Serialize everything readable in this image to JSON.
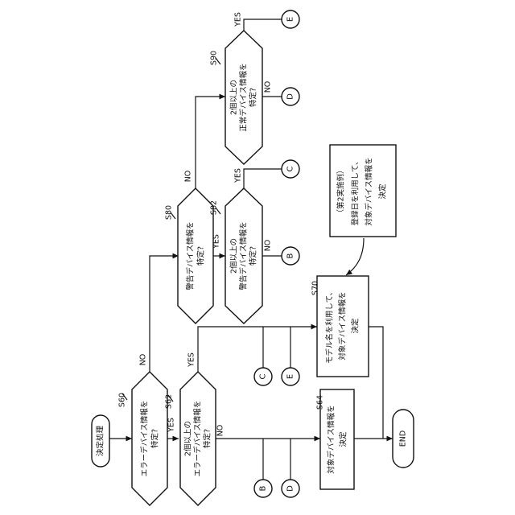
{
  "start": {
    "label": "決定処理"
  },
  "end": {
    "label": "END"
  },
  "steps": {
    "s60": {
      "id": "S60",
      "line1": "エラーデバイス情報を",
      "line2": "特定?"
    },
    "s62": {
      "id": "S62",
      "line1": "2個以上の",
      "line2": "エラーデバイス情報を",
      "line3": "特定?"
    },
    "s64": {
      "id": "S64",
      "line1": "対象デバイス情報を",
      "line2": "決定"
    },
    "s70": {
      "id": "S70",
      "line1": "モデル名を利用して、",
      "line2": "対象デバイス情報を",
      "line3": "決定"
    },
    "s80": {
      "id": "S80",
      "line1": "警告デバイス情報を",
      "line2": "特定?"
    },
    "s82": {
      "id": "S82",
      "line1": "2個以上の",
      "line2": "警告デバイス情報を",
      "line3": "特定?"
    },
    "s90": {
      "id": "S90",
      "line1": "2個以上の",
      "line2": "正常デバイス情報を",
      "line3": "特定?"
    }
  },
  "note": {
    "line1": "（第2実施例）",
    "line2": "登録日を利用して、",
    "line3": "対象デバイス情報を",
    "line4": "決定"
  },
  "labels": {
    "yes": "YES",
    "no": "NO"
  },
  "connectors": {
    "b": "B",
    "c": "C",
    "d": "D",
    "e": "E"
  }
}
